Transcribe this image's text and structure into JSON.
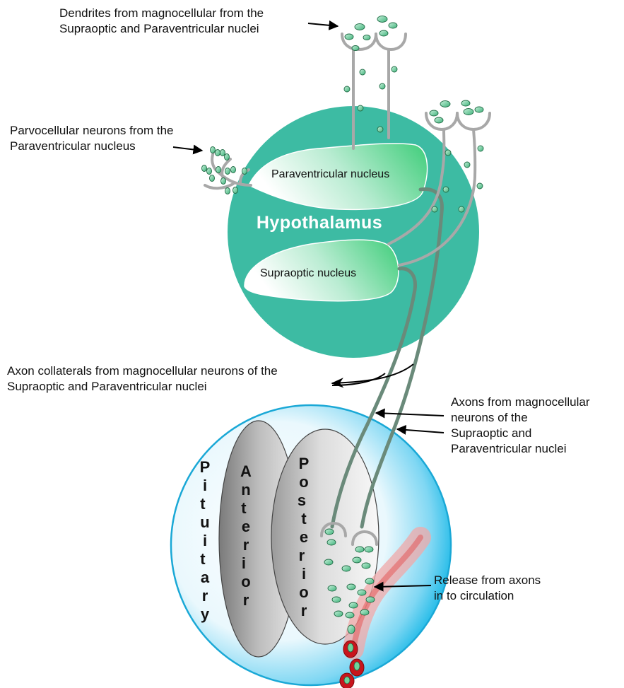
{
  "labels": {
    "dendrites": [
      "Dendrites from magnocellular from the",
      "Supraoptic and Paraventricular nuclei"
    ],
    "parvocellular": [
      "Parvocellular neurons from the",
      "Paraventricular nucleus"
    ],
    "collaterals": [
      "Axon collaterals from magnocellular neurons of the",
      "Supraoptic and Paraventricular nuclei"
    ],
    "axons": [
      "Axons from magnocellular",
      "neurons of the",
      "Supraoptic and",
      "Paraventricular nuclei"
    ],
    "release": [
      "Release from axons",
      "in to circulation"
    ]
  },
  "regions": {
    "hypothalamus": "Hypothalamus",
    "paraventricular": "Paraventricular nucleus",
    "supraoptic": "Supraoptic nucleus",
    "pituitary": "Pituitary",
    "anterior": "Anterior",
    "posterior": "Posterior"
  },
  "colors": {
    "hypothalamus": "#3dbba3",
    "vesicle": "#6fd39b",
    "axon": "#6a8a7a",
    "pituitary_blue": "#12b6e6",
    "blood": "#c8141c"
  }
}
